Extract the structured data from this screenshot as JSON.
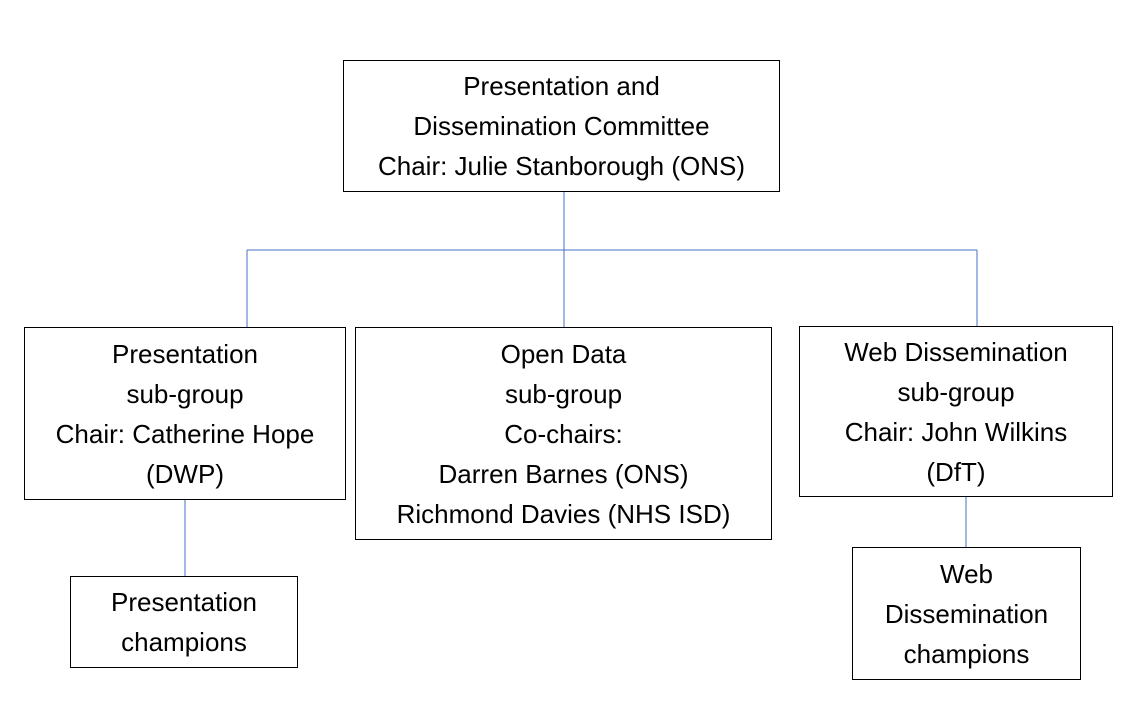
{
  "committee": {
    "lines": [
      "Presentation and",
      "Dissemination Committee",
      "Chair: Julie Stanborough (ONS)"
    ]
  },
  "subgroups": [
    {
      "id": "presentation",
      "lines": [
        "Presentation",
        "sub-group",
        "Chair: Catherine Hope",
        "(DWP)"
      ]
    },
    {
      "id": "open-data",
      "lines": [
        "Open Data",
        "sub-group",
        "Co-chairs:",
        "Darren Barnes (ONS)",
        "Richmond Davies (NHS ISD)"
      ]
    },
    {
      "id": "web-dissemination",
      "lines": [
        "Web Dissemination",
        "sub-group",
        "Chair: John Wilkins",
        "(DfT)"
      ]
    }
  ],
  "champions": [
    {
      "id": "presentation",
      "lines": [
        "Presentation",
        "champions"
      ]
    },
    {
      "id": "web-dissemination",
      "lines": [
        "Web",
        "Dissemination",
        "champions"
      ]
    }
  ],
  "colors": {
    "connector": "#4472c4",
    "box_border": "#000000",
    "text": "#000000"
  }
}
